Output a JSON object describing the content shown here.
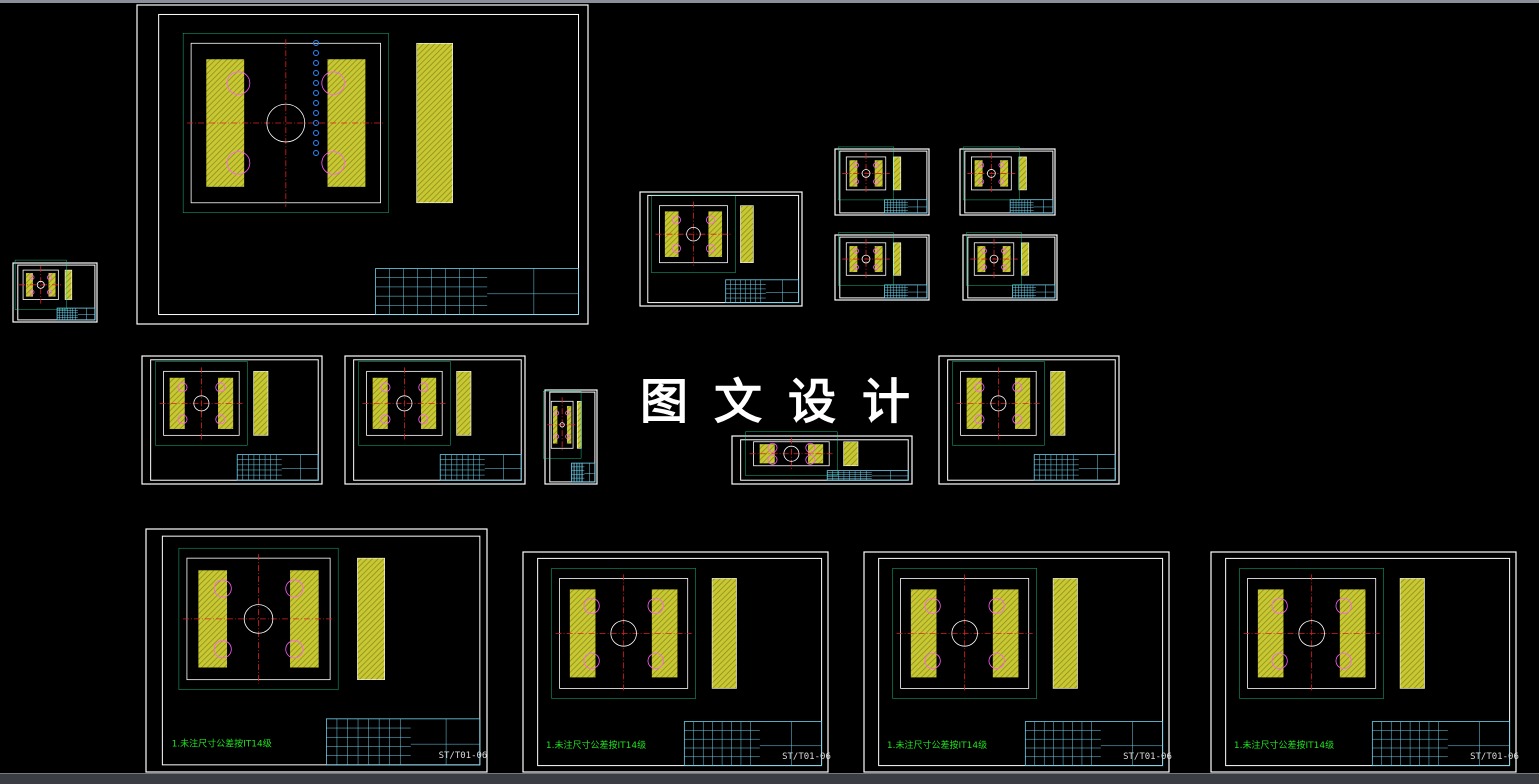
{
  "app": {
    "background": "#000000"
  },
  "colors": {
    "frame": "#ffffff",
    "titleblock": "#6fd3f0",
    "part": "#c8c832",
    "hatch": "#8a8a20",
    "center": "#e02020",
    "dim": "#20e0a0",
    "note": "#20e020",
    "balloon": "#2a8aff"
  },
  "watermark": "图文设计",
  "sheets": [
    {
      "id": "s1",
      "code": ""
    },
    {
      "id": "assembly",
      "code": ""
    },
    {
      "id": "ring",
      "code": ""
    },
    {
      "id": "small-a",
      "code": ""
    },
    {
      "id": "small-b",
      "code": ""
    },
    {
      "id": "small-c",
      "code": ""
    },
    {
      "id": "small-d",
      "code": ""
    },
    {
      "id": "row2-a",
      "code": ""
    },
    {
      "id": "row2-b",
      "code": ""
    },
    {
      "id": "row2-c",
      "code": ""
    },
    {
      "id": "row2-d",
      "code": ""
    },
    {
      "id": "row2-e",
      "code": ""
    },
    {
      "id": "plate-1",
      "code": "ST/T01-06"
    },
    {
      "id": "plate-2",
      "code": "ST/T01-06"
    },
    {
      "id": "plate-3",
      "code": "ST/T01-06"
    },
    {
      "id": "plate-4",
      "code": "ST/T01-06"
    }
  ],
  "notes": {
    "tolerance": "1.未注尺寸公差按IT14级"
  }
}
